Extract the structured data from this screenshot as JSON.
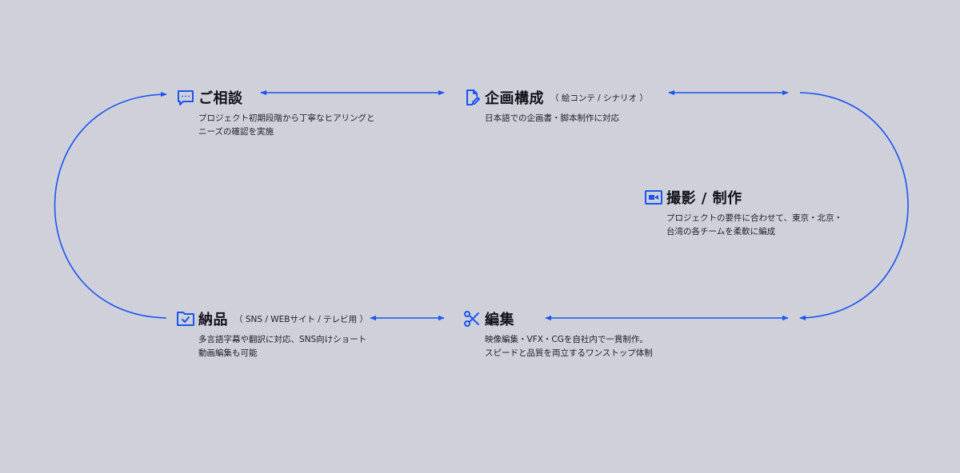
{
  "colors": {
    "accent": "#1a56f0",
    "background": "#cfd0da",
    "text": "#111318"
  },
  "steps": [
    {
      "id": "consult",
      "icon": "chat-bubble-icon",
      "title": "ご相談",
      "subtitle": "",
      "desc": [
        "プロジェクト初期段階から丁寧なヒアリングと",
        "ニーズの確認を実施"
      ]
    },
    {
      "id": "plan",
      "icon": "document-edit-icon",
      "title": "企画構成",
      "subtitle": "（ 絵コンテ / シナリオ ）",
      "desc": [
        "日本語での企画書・脚本制作に対応"
      ]
    },
    {
      "id": "shoot",
      "icon": "video-camera-icon",
      "title": "撮影 / 制作",
      "subtitle": "",
      "desc": [
        "プロジェクトの要件に合わせて、東京・北京・",
        "台湾の各チームを柔軟に編成"
      ]
    },
    {
      "id": "edit",
      "icon": "scissors-icon",
      "title": "編集",
      "subtitle": "",
      "desc": [
        "映像編集・VFX・CGを自社内で一貫制作。",
        "スピードと品質を両立するワンストップ体制"
      ]
    },
    {
      "id": "deliver",
      "icon": "folder-check-icon",
      "title": "納品",
      "subtitle": "（ SNS / WEBサイト / テレビ用 ）",
      "desc": [
        "多言語字幕や翻訳に対応、SNS向けショート",
        "動画編集も可能"
      ]
    }
  ]
}
